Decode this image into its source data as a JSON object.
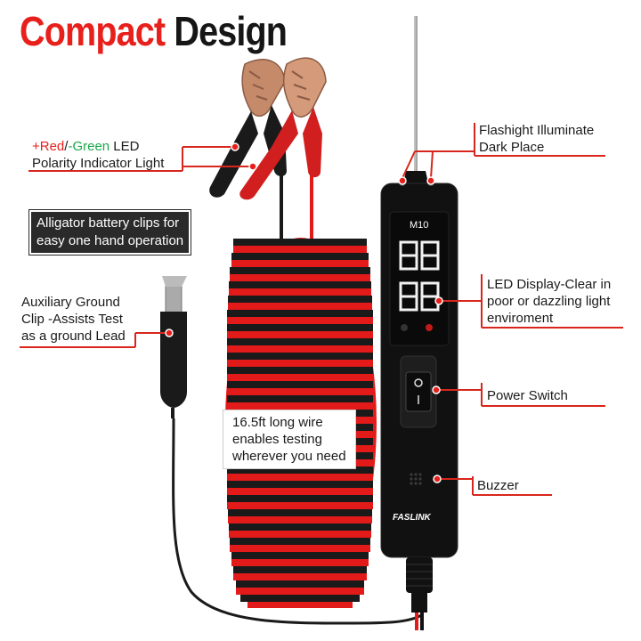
{
  "title": {
    "word1": "Compact",
    "word2": "Design"
  },
  "callouts": {
    "polarity_red": "+Red",
    "polarity_sep": "/",
    "polarity_green": "-Green",
    "polarity_led": " LED",
    "polarity_line2": "Polarity Indicator Light",
    "alligator_line1": "Alligator battery clips for",
    "alligator_line2": "easy one hand operation",
    "aux_line1": "Auxiliary Ground",
    "aux_line2": "Clip -Assists Test",
    "aux_line3": "as a ground Lead",
    "wire_line1": "16.5ft long wire",
    "wire_line2": "enables testing",
    "wire_line3": "wherever you need",
    "flash_line1": "Flashight Illuminate",
    "flash_line2": "Dark Place",
    "led_line1": "LED Display-Clear in",
    "led_line2": "poor or dazzling light",
    "led_line3": "enviroment",
    "power": "Power Switch",
    "buzzer": "Buzzer"
  },
  "device": {
    "model": "M10",
    "brand": "FASLINK"
  },
  "colors": {
    "accent_red": "#e8201c",
    "green": "#19a84a",
    "callout_line": "#d9261c",
    "device_body": "#111111"
  }
}
